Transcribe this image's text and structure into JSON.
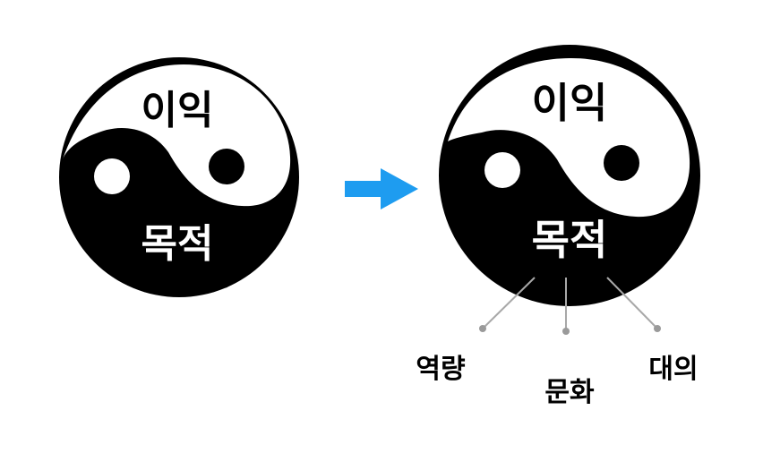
{
  "left_symbol": {
    "top_label": "이익",
    "bottom_label": "목적"
  },
  "right_symbol": {
    "top_label": "이익",
    "bottom_label": "목적"
  },
  "branches": [
    {
      "label": "역량"
    },
    {
      "label": "문화"
    },
    {
      "label": "대의"
    }
  ],
  "colors": {
    "ink": "#000000",
    "paper": "#ffffff",
    "arrow": "#1e9cf0",
    "connector": "#a8a8a8",
    "dot": "#9a9a9a"
  }
}
